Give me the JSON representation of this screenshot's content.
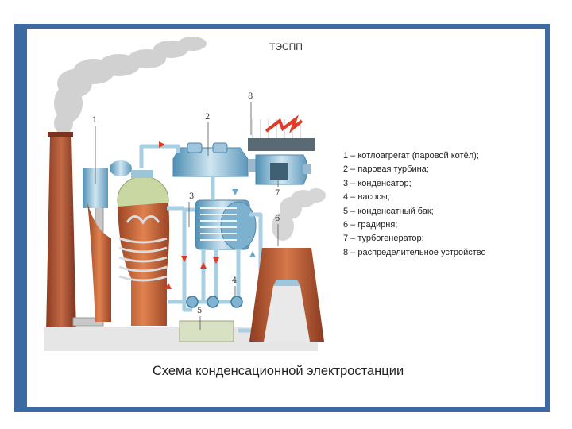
{
  "slide": {
    "title": "ТЭСПП",
    "caption": "Схема конденсационной электростанции"
  },
  "callouts": {
    "c1": "1",
    "c2": "2",
    "c3": "3",
    "c4": "4",
    "c5": "5",
    "c6": "6",
    "c7": "7",
    "c8": "8"
  },
  "legend": {
    "items": [
      "1 – котлоагрегат (паровой котёл);",
      "2 – паровая турбина;",
      "3 – конденсатор;",
      "4 – насосы;",
      "5 – конденсатный бак;",
      "6 – градирня;",
      "7 – турбогенератор;",
      "8 – распределительное устройство"
    ]
  },
  "colors": {
    "frame": "#3e6aa3",
    "chimney": "#b55a3a",
    "boiler_orange": "#c8643a",
    "steel_blue": "#7fb3cf",
    "pipe": "#a9cfe2",
    "arrow_red": "#e23b2a"
  }
}
